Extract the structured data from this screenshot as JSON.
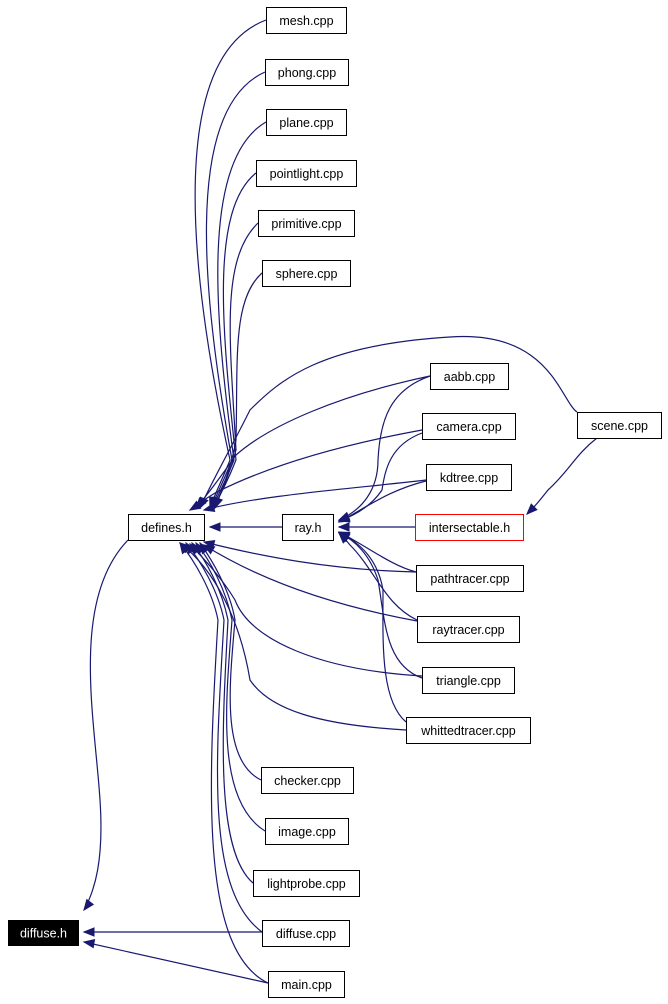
{
  "graph": {
    "edge_color": "#191970",
    "nodes": [
      {
        "id": "diffuse_h",
        "label": "diffuse.h",
        "style": "root"
      },
      {
        "id": "defines_h",
        "label": "defines.h",
        "style": "normal"
      },
      {
        "id": "ray_h",
        "label": "ray.h",
        "style": "normal"
      },
      {
        "id": "intersectable_h",
        "label": "intersectable.h",
        "style": "red"
      },
      {
        "id": "scene_cpp",
        "label": "scene.cpp",
        "style": "normal"
      },
      {
        "id": "mesh_cpp",
        "label": "mesh.cpp",
        "style": "normal"
      },
      {
        "id": "phong_cpp",
        "label": "phong.cpp",
        "style": "normal"
      },
      {
        "id": "plane_cpp",
        "label": "plane.cpp",
        "style": "normal"
      },
      {
        "id": "pointlight_cpp",
        "label": "pointlight.cpp",
        "style": "normal"
      },
      {
        "id": "primitive_cpp",
        "label": "primitive.cpp",
        "style": "normal"
      },
      {
        "id": "sphere_cpp",
        "label": "sphere.cpp",
        "style": "normal"
      },
      {
        "id": "aabb_cpp",
        "label": "aabb.cpp",
        "style": "normal"
      },
      {
        "id": "camera_cpp",
        "label": "camera.cpp",
        "style": "normal"
      },
      {
        "id": "kdtree_cpp",
        "label": "kdtree.cpp",
        "style": "normal"
      },
      {
        "id": "pathtracer_cpp",
        "label": "pathtracer.cpp",
        "style": "normal"
      },
      {
        "id": "raytracer_cpp",
        "label": "raytracer.cpp",
        "style": "normal"
      },
      {
        "id": "triangle_cpp",
        "label": "triangle.cpp",
        "style": "normal"
      },
      {
        "id": "whittedtracer_cpp",
        "label": "whittedtracer.cpp",
        "style": "normal"
      },
      {
        "id": "checker_cpp",
        "label": "checker.cpp",
        "style": "normal"
      },
      {
        "id": "image_cpp",
        "label": "image.cpp",
        "style": "normal"
      },
      {
        "id": "lightprobe_cpp",
        "label": "lightprobe.cpp",
        "style": "normal"
      },
      {
        "id": "diffuse_cpp",
        "label": "diffuse.cpp",
        "style": "normal"
      },
      {
        "id": "main_cpp",
        "label": "main.cpp",
        "style": "normal"
      }
    ],
    "edges": [
      {
        "from": "defines_h",
        "to": "diffuse_h"
      },
      {
        "from": "diffuse_cpp",
        "to": "diffuse_h"
      },
      {
        "from": "main_cpp",
        "to": "diffuse_h"
      },
      {
        "from": "mesh_cpp",
        "to": "defines_h"
      },
      {
        "from": "phong_cpp",
        "to": "defines_h"
      },
      {
        "from": "plane_cpp",
        "to": "defines_h"
      },
      {
        "from": "pointlight_cpp",
        "to": "defines_h"
      },
      {
        "from": "primitive_cpp",
        "to": "defines_h"
      },
      {
        "from": "sphere_cpp",
        "to": "defines_h"
      },
      {
        "from": "scene_cpp",
        "to": "defines_h"
      },
      {
        "from": "aabb_cpp",
        "to": "defines_h"
      },
      {
        "from": "camera_cpp",
        "to": "defines_h"
      },
      {
        "from": "kdtree_cpp",
        "to": "defines_h"
      },
      {
        "from": "ray_h",
        "to": "defines_h"
      },
      {
        "from": "pathtracer_cpp",
        "to": "defines_h"
      },
      {
        "from": "raytracer_cpp",
        "to": "defines_h"
      },
      {
        "from": "triangle_cpp",
        "to": "defines_h"
      },
      {
        "from": "whittedtracer_cpp",
        "to": "defines_h"
      },
      {
        "from": "checker_cpp",
        "to": "defines_h"
      },
      {
        "from": "image_cpp",
        "to": "defines_h"
      },
      {
        "from": "lightprobe_cpp",
        "to": "defines_h"
      },
      {
        "from": "diffuse_cpp",
        "to": "defines_h"
      },
      {
        "from": "main_cpp",
        "to": "defines_h"
      },
      {
        "from": "aabb_cpp",
        "to": "ray_h"
      },
      {
        "from": "camera_cpp",
        "to": "ray_h"
      },
      {
        "from": "kdtree_cpp",
        "to": "ray_h"
      },
      {
        "from": "intersectable_h",
        "to": "ray_h"
      },
      {
        "from": "pathtracer_cpp",
        "to": "ray_h"
      },
      {
        "from": "raytracer_cpp",
        "to": "ray_h"
      },
      {
        "from": "triangle_cpp",
        "to": "ray_h"
      },
      {
        "from": "whittedtracer_cpp",
        "to": "ray_h"
      },
      {
        "from": "scene_cpp",
        "to": "intersectable_h"
      }
    ]
  }
}
